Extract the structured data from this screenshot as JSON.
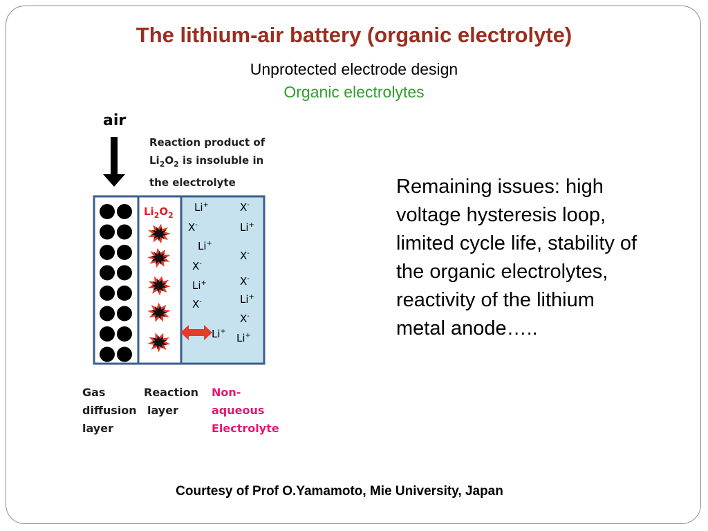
{
  "title": "The lithium-air battery (organic electrolyte)",
  "subtitle": "Unprotected electrode design",
  "subtitle2": "Organic electrolytes",
  "issues": "Remaining issues: high voltage hysteresis loop, limited cycle life, stability of the organic electrolytes, reactivity of the lithium metal anode…..",
  "courtesy": "Courtesy of Prof O.Yamamoto, Mie University, Japan",
  "diagram": {
    "air_label": "air",
    "note_line1": "Reaction product of",
    "note_li": "Li",
    "note_sub1": "2",
    "note_o": "O",
    "note_sub2": "2",
    "note_rest": " is insoluble in",
    "note_line3": "the electrolyte",
    "li2o2": {
      "li": "Li",
      "s1": "2",
      "o": "O",
      "s2": "2"
    },
    "ions": [
      {
        "base": "Li",
        "sup": "+"
      },
      {
        "base": "X",
        "sup": "-"
      },
      {
        "base": "X",
        "sup": "-"
      },
      {
        "base": "Li",
        "sup": "+"
      },
      {
        "base": "Li",
        "sup": "+"
      },
      {
        "base": "X",
        "sup": "-"
      },
      {
        "base": "X",
        "sup": "-"
      },
      {
        "base": "Li",
        "sup": "+"
      },
      {
        "base": "X",
        "sup": "-"
      },
      {
        "base": "Li",
        "sup": "+"
      },
      {
        "base": "Li",
        "sup": "+"
      },
      {
        "base": "X",
        "sup": "-"
      },
      {
        "base": "X",
        "sup": "-"
      },
      {
        "base": "Li",
        "sup": "+"
      },
      {
        "base": "Li",
        "sup": "+"
      }
    ],
    "labels": {
      "gas": [
        "Gas",
        "diffusion",
        "layer"
      ],
      "reaction": [
        "Reaction",
        "layer"
      ],
      "electrolyte": [
        "Non-",
        "aqueous",
        "Electrolyte"
      ]
    },
    "colors": {
      "electrolyte_fill": "#c5e2ee",
      "border": "#3a5f8f",
      "arrow": "#e83a2a",
      "pink": "#e6166e"
    }
  }
}
